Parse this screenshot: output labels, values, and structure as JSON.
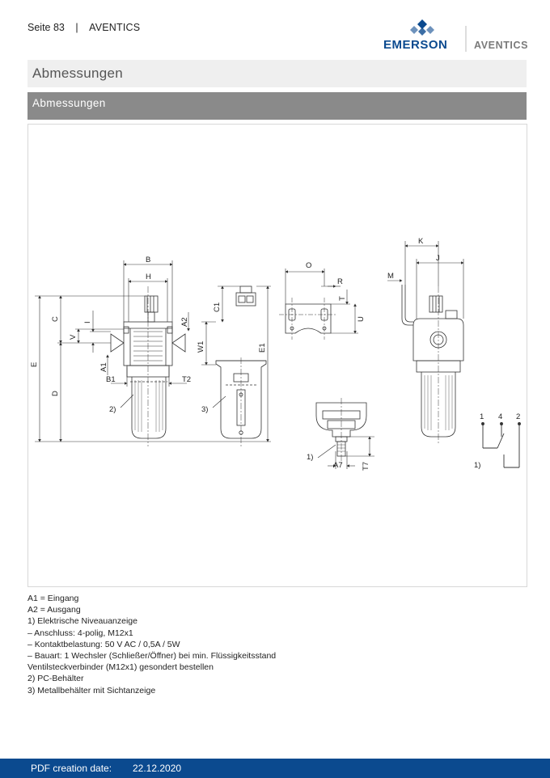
{
  "header": {
    "page_label": "Seite",
    "page_number": "83",
    "separator": "|",
    "brand_text": "AVENTICS"
  },
  "logo": {
    "emerson": "EMERSON",
    "aventics": "AVENTICS",
    "emerson_color": "#0b4a8f",
    "aventics_color": "#7a7a7a"
  },
  "title": "Abmessungen",
  "subtitle": "Abmessungen",
  "drawing": {
    "dimension_labels": {
      "B": "B",
      "H": "H",
      "C": "C",
      "V": "V",
      "I": "I",
      "A2": "A2",
      "A1": "A1",
      "E": "E",
      "D": "D",
      "B1": "B1",
      "T2": "T2",
      "W1": "W1",
      "C1": "C1",
      "E1": "E1",
      "O": "O",
      "R": "R",
      "T": "T",
      "U": "U",
      "K": "K",
      "J": "J",
      "M": "M",
      "A7": "A7",
      "T7": "T7"
    },
    "callouts": {
      "note2": "2)",
      "note3": "3)",
      "note1a": "1)",
      "note1b": "1)"
    },
    "switch_pins": {
      "p1": "1",
      "p4": "4",
      "p2": "2"
    }
  },
  "notes": [
    "A1 = Eingang",
    "A2 = Ausgang",
    "1) Elektrische Niveauanzeige",
    "– Anschluss: 4-polig, M12x1",
    "– Kontaktbelastung: 50 V AC / 0,5A / 5W",
    "– Bauart: 1 Wechsler (Schließer/Öffner) bei min. Flüssigkeitsstand",
    "Ventilsteckverbinder (M12x1) gesondert bestellen",
    "2) PC-Behälter",
    "3) Metallbehälter mit Sichtanzeige"
  ],
  "footer": {
    "label": "PDF creation date:",
    "date": "22.12.2020",
    "color": "#0b4a8f"
  }
}
